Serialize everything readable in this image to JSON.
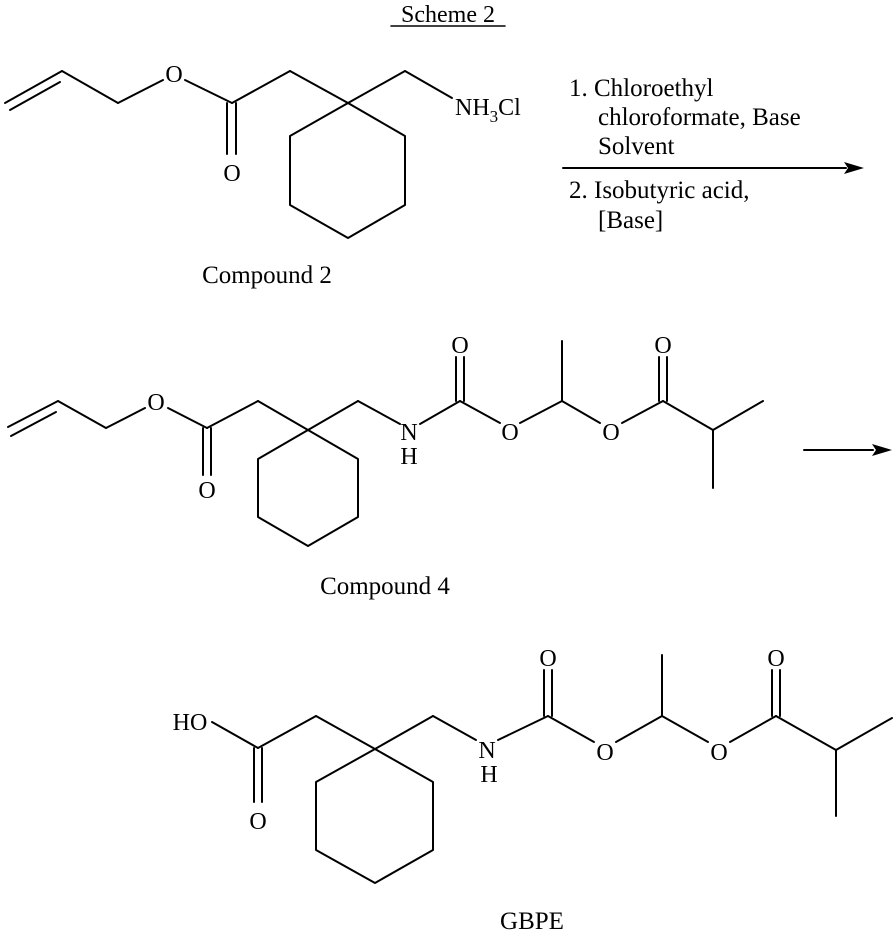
{
  "scheme": {
    "title": "Scheme 2"
  },
  "step1": {
    "conditions": [
      "1. Chloroethyl",
      "chloroformate, Base",
      "Solvent",
      "2. Isobutyric acid,",
      "[Base]"
    ]
  },
  "compound2": {
    "caption": "Compound 2",
    "labels": {
      "ester_o": "O",
      "carbonyl_o": "O",
      "amine": "NH",
      "amine_sub": "3",
      "amine_cl": "Cl"
    }
  },
  "compound4": {
    "caption": "Compound 4",
    "labels": {
      "ester_o": "O",
      "carbonyl_o": "O",
      "n": "N",
      "h": "H",
      "carbamate_co": "O",
      "carbamate_o": "O",
      "acyl_o": "O",
      "acyl_co": "O"
    }
  },
  "gbpe": {
    "caption": "GBPE",
    "labels": {
      "ho": "HO",
      "acid_o": "O",
      "n": "N",
      "h": "H",
      "carbamate_co": "O",
      "carbamate_o": "O",
      "acyl_o": "O",
      "acyl_co": "O"
    }
  }
}
